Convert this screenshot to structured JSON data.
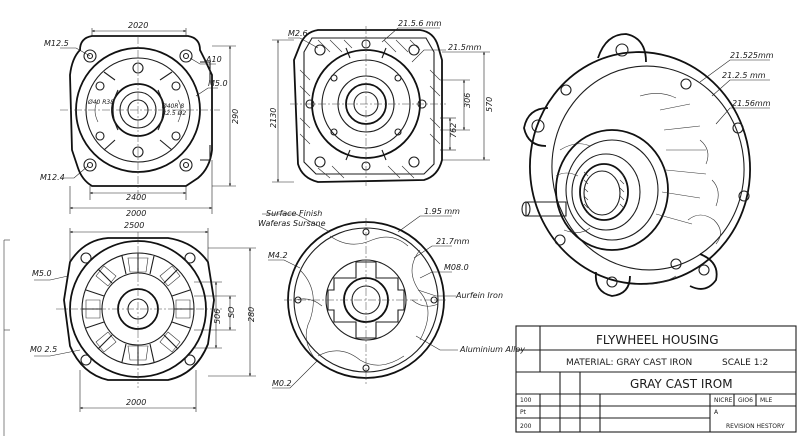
{
  "views": {
    "top_left": {
      "dims": {
        "top": "2020",
        "bottom_inner": "2400",
        "bottom_outer": "2000",
        "right": "290"
      },
      "labels": {
        "m12_5": "M12.5",
        "a10": "A10",
        "m5_0": "M5.0",
        "m12_4": "M12.4",
        "note1": "Ø40 R38",
        "note2": "Ø40R 8\nR2.5 Ø2"
      }
    },
    "top_middle": {
      "dims": {
        "left": "2130",
        "right_outer": "570",
        "right_mid1": "306",
        "right_mid2": "762"
      },
      "labels": {
        "m2_6": "M2.6",
        "d215a": "21.5.6 mm",
        "d215b": "21.5mm"
      }
    },
    "bottom_left": {
      "dims": {
        "top": "2500",
        "bottom": "2000",
        "right_outer": "280",
        "right_mid1": "SO",
        "right_mid2": "506"
      },
      "labels": {
        "m5_0": "M5.0",
        "m0_25": "M0 2.5"
      }
    },
    "bottom_middle": {
      "labels": {
        "surface_finish": "Surface Finish",
        "wafers": "Waferas Sursane",
        "d195": "1.95 mm",
        "d217": "21.7mm",
        "m4_2": "M4.2",
        "m0_8": "M08.0",
        "aluminium": "Aluminium Alloy",
        "aurfein": "Aurfein Iron",
        "m0_2": "M0.2"
      }
    },
    "iso": {
      "labels": {
        "d1": "21.525mm",
        "d2": "21.2.5 mm",
        "d3": "21.56mm"
      }
    }
  },
  "title_block": {
    "title": "FLYWHEEL HOUSING",
    "material": "MATERIAL: GRAY CAST IRON",
    "scale": "SCALE 1:2",
    "subtitle": "GRAY CAST IROM",
    "cols": [
      "NICRE",
      "GIO6",
      "MLE"
    ],
    "rev_letter": "A",
    "revision_history": "REVISION HESTORY",
    "rows": [
      "100",
      "Pt",
      "200"
    ]
  }
}
